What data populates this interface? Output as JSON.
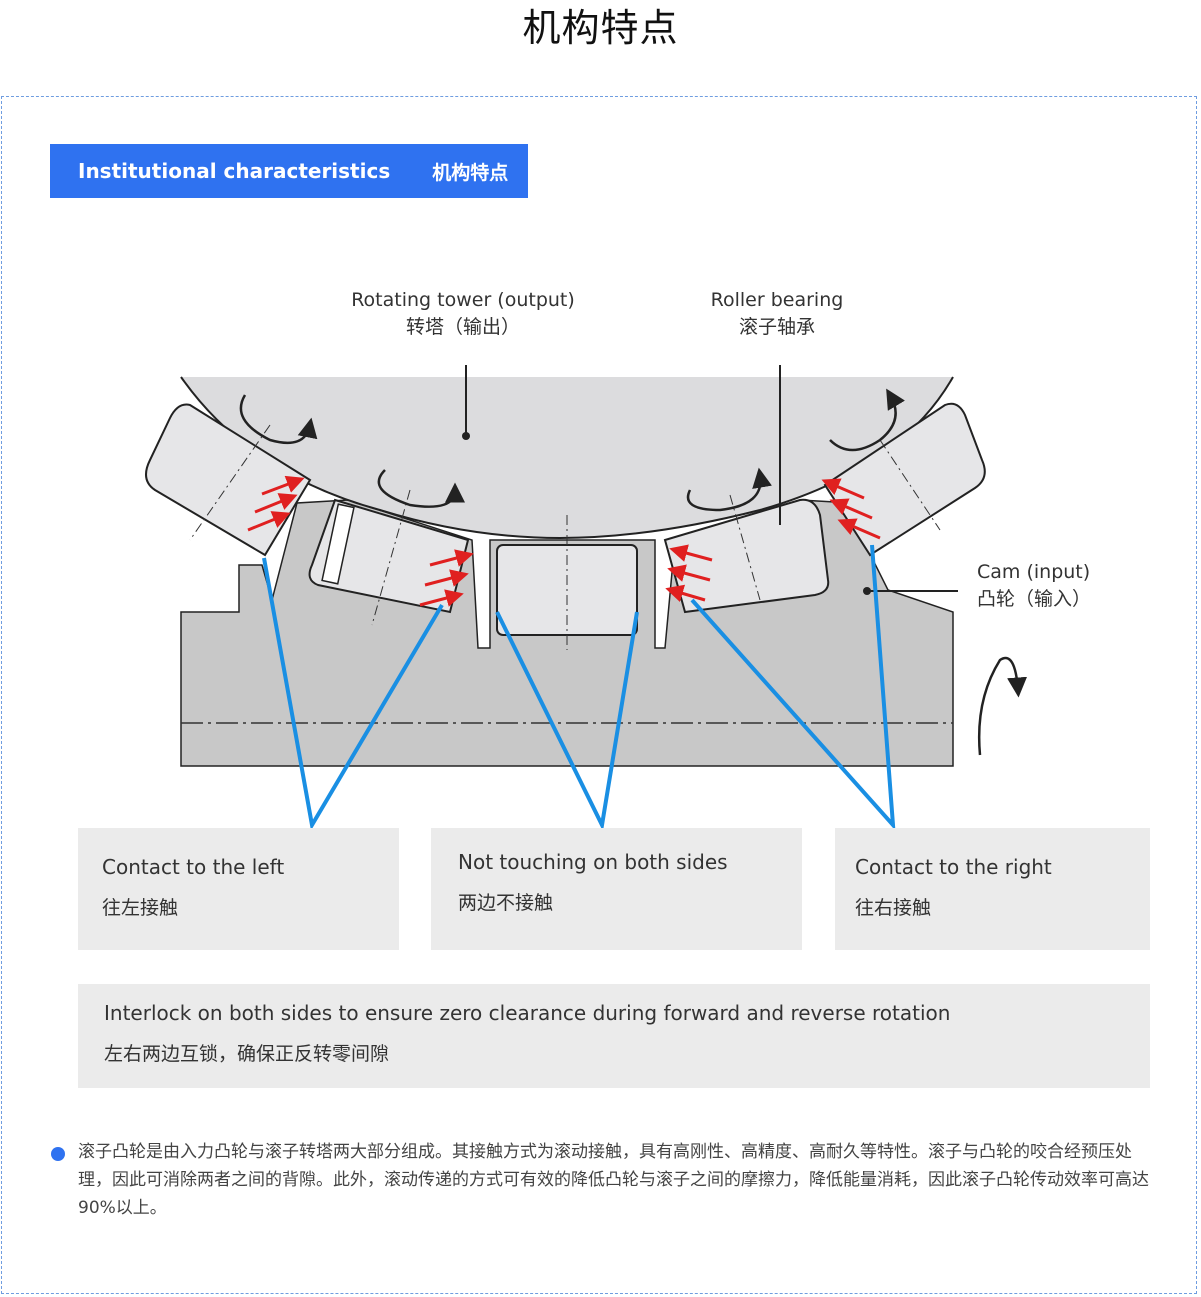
{
  "page": {
    "title": "机构特点"
  },
  "header": {
    "en": "Institutional characteristics",
    "zh": "机构特点"
  },
  "diagram": {
    "labels": {
      "tower_en": "Rotating tower (output)",
      "tower_zh": "转塔（输出）",
      "bearing_en": "Roller bearing",
      "bearing_zh": "滚子轴承",
      "cam_en": "Cam (input)",
      "cam_zh": "凸轮（输入）"
    },
    "colors": {
      "tower": "#dcdcde",
      "cam": "#c8c8c8",
      "contact_lines": "#1a8fe3",
      "force_arrows": "#e02020",
      "outline": "#222222"
    }
  },
  "boxes": {
    "left": {
      "en": "Contact to the left",
      "zh": "往左接触"
    },
    "middle": {
      "en": "Not touching on both sides",
      "zh": "两边不接触"
    },
    "right": {
      "en": "Contact to the right",
      "zh": "往右接触"
    },
    "wide": {
      "en": "Interlock on both sides to ensure zero clearance during forward and reverse rotation",
      "zh": "左右两边互锁，确保正反转零间隙"
    }
  },
  "description": "滚子凸轮是由入力凸轮与滚子转塔两大部分组成。其接触方式为滚动接触，具有高刚性、高精度、高耐久等特性。滚子与凸轮的咬合经预压处理，因此可消除两者之间的背隙。此外，滚动传递的方式可有效的降低凸轮与滚子之间的摩擦力，降低能量消耗，因此滚子凸轮传动效率可高达90%以上。"
}
